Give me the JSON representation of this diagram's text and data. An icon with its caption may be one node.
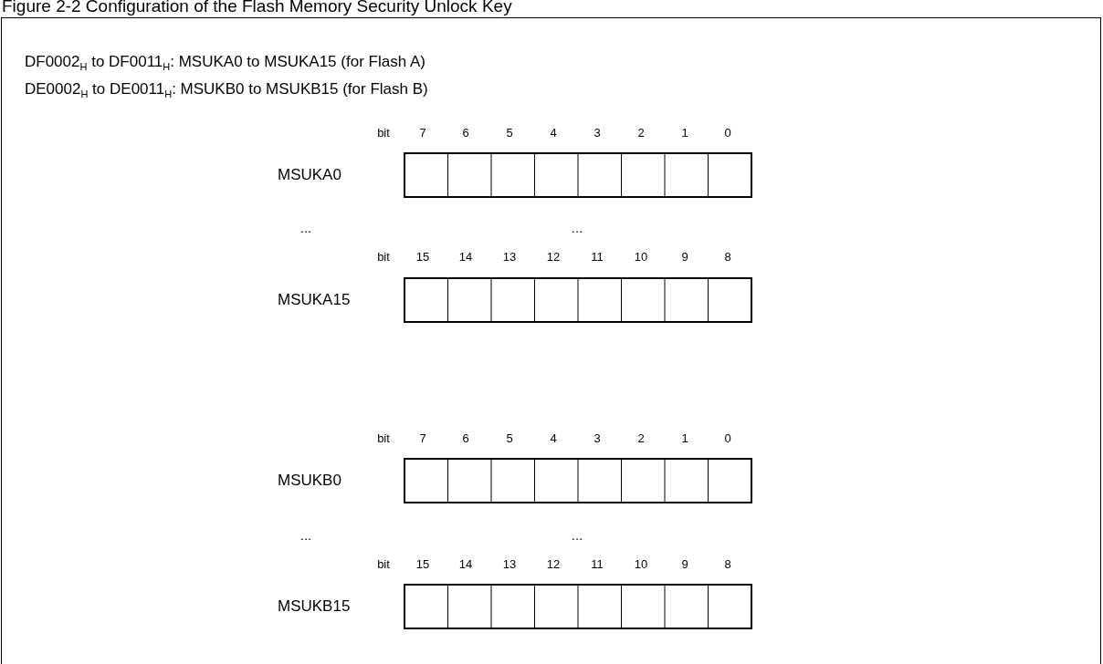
{
  "diagram": {
    "title": "Figure 2-2 Configuration of the Flash Memory Security Unlock Key",
    "nodes": [
      {
        "text": [
          "MSUKA0"
        ]
      },
      {
        "text": [
          "MSUKA15"
        ]
      },
      {
        "text": [
          "MSUKB0"
        ]
      },
      {
        "text": [
          "MSUKB15"
        ]
      }
    ],
    "edges": [],
    "labels": [
      "DF0002$_{H}$ to DF0011$_{H}$: MSUKA0 to MSUKA15 (for Flash A)",
      "DE0002$_{H}$ to DE0011$_{H}$: MSUKB0 to MSUKB15 (for Flash B)",
      "bit",
      "7",
      "6",
      "5",
      "4",
      "3",
      "2",
      "1",
      "0",
      "...",
      "...",
      "bit",
      "15",
      "14",
      "13",
      "12",
      "11",
      "10",
      "9",
      "8",
      "bit",
      "7",
      "6",
      "5",
      "4",
      "3",
      "2",
      "1",
      "0",
      "...",
      "...",
      "bit",
      "15",
      "14",
      "13",
      "12",
      "11",
      "10",
      "9",
      "8"
    ]
  }
}
